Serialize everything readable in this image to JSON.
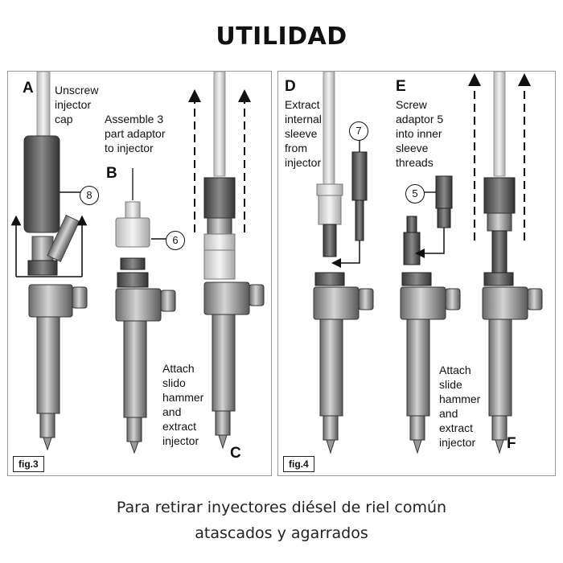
{
  "title": "UTILIDAD",
  "fig3": {
    "label": "fig.3",
    "step_a": {
      "letter": "A",
      "text": [
        "Unscrew",
        "injector",
        "cap"
      ],
      "callout": "8"
    },
    "step_b": {
      "letter": "B",
      "text": [
        "Assemble 3",
        "part adaptor",
        "to injector"
      ],
      "callout": "6"
    },
    "step_c": {
      "letter": "C",
      "text": [
        "Attach",
        "slido",
        "hammer",
        "and",
        "extract",
        "injector"
      ]
    }
  },
  "fig4": {
    "label": "fig.4",
    "step_d": {
      "letter": "D",
      "text": [
        "Extract",
        "internal",
        "sleeve",
        "from",
        "injector"
      ],
      "callout": "7"
    },
    "step_e": {
      "letter": "E",
      "text": [
        "Screw",
        "adaptor 5",
        "into inner",
        "sleeve",
        "threads"
      ],
      "callout": "5"
    },
    "step_f": {
      "letter": "F",
      "text": [
        "Attach",
        "slide",
        "hammer",
        "and",
        "extract",
        "injector"
      ]
    }
  },
  "caption": [
    "Para retirar inyectores diésel de riel común",
    "atascados y agarrados"
  ],
  "colors": {
    "body_gray": "#8a8a8a",
    "dark_gray": "#4a4a4a",
    "light_gray": "#d8d8d8",
    "cap_gray": "#6e6e6e"
  }
}
